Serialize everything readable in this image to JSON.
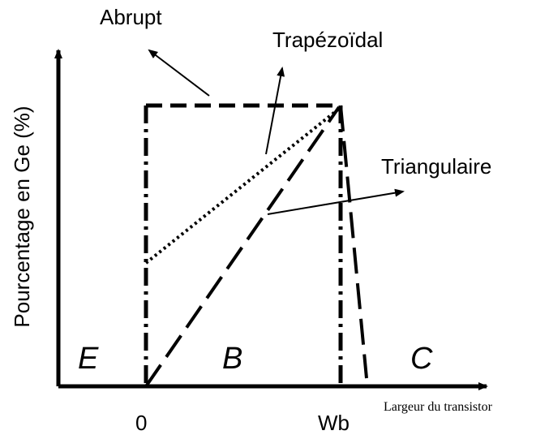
{
  "diagram": {
    "y_axis_label": "Pourcentage en Ge (%)",
    "x_axis_label": "Largeur du transistor",
    "ticks": {
      "origin": "0",
      "base_width": "Wb"
    },
    "regions": {
      "emitter": "E",
      "base": "B",
      "collector": "C"
    },
    "profiles": {
      "abrupt": "Abrupt",
      "trapezoidal": "Trapézoïdal",
      "triangular": "Triangulaire"
    }
  }
}
